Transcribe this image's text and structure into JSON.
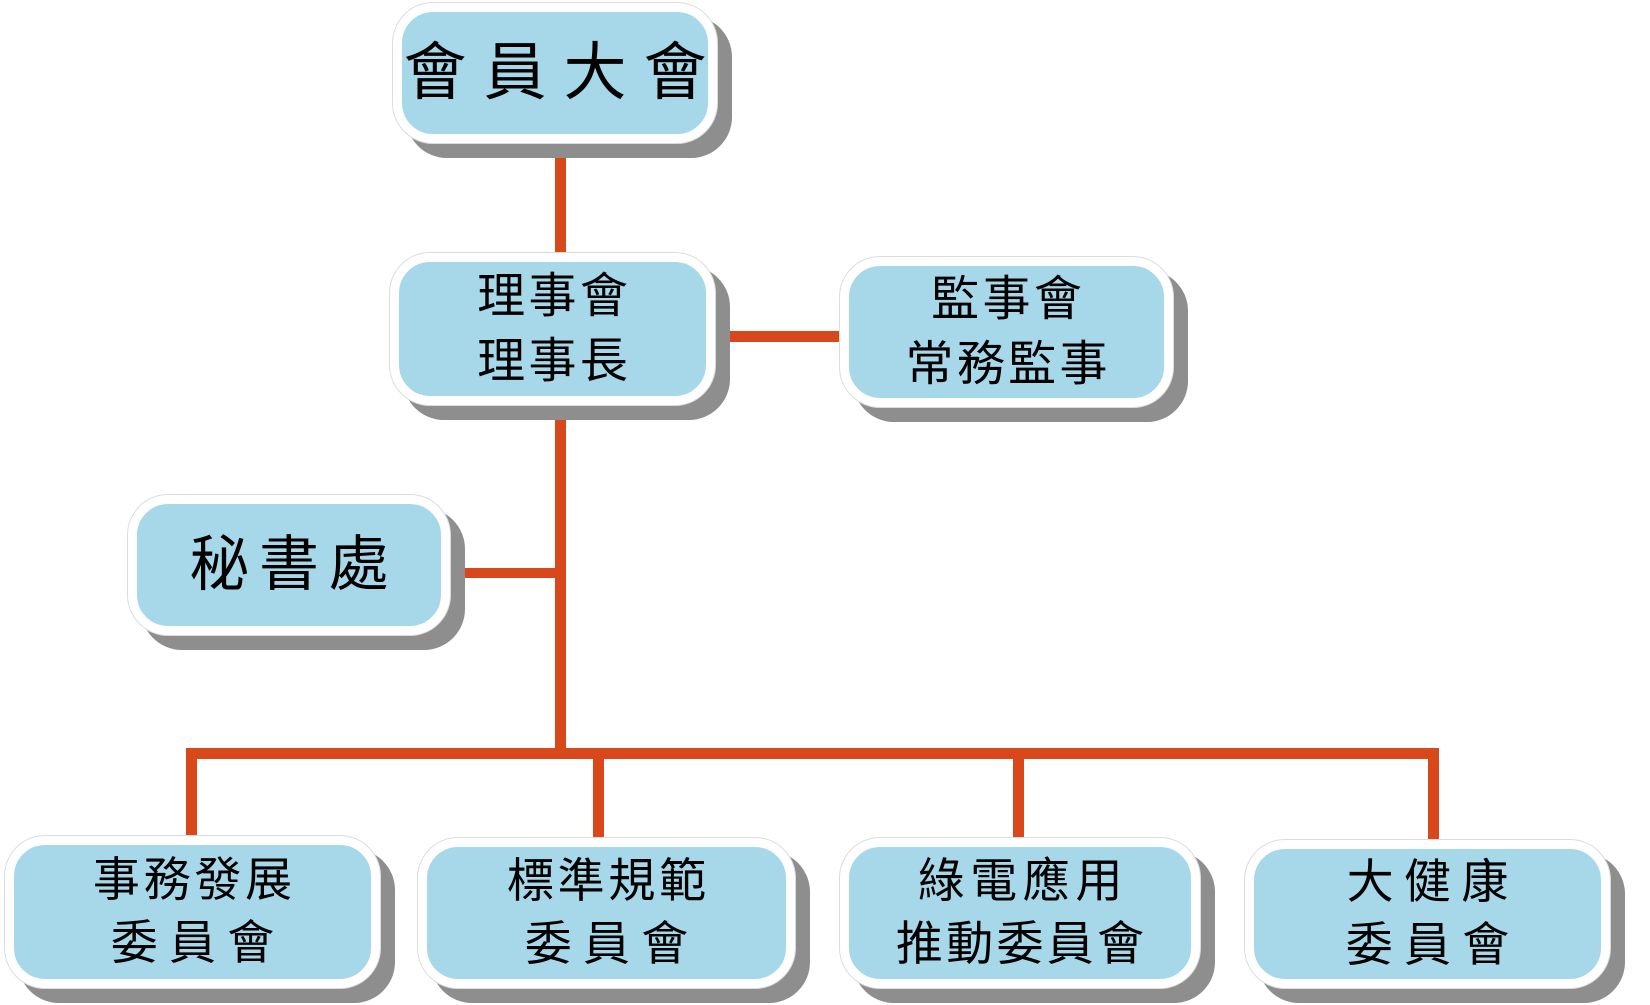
{
  "colors": {
    "box_fill": "#A7D8E9",
    "box_border": "#FFFFFF",
    "connector": "#D9481B",
    "shadow": "#8E8E8E",
    "text": "#000000"
  },
  "nodes": {
    "general_assembly": {
      "lines": [
        "會員大會"
      ]
    },
    "board_of_directors": {
      "lines": [
        "理事會",
        "理事長"
      ]
    },
    "supervisory_board": {
      "lines": [
        "監事會",
        "常務監事"
      ]
    },
    "secretariat": {
      "lines": [
        "秘書處"
      ]
    },
    "affairs_development_committee": {
      "lines": [
        "事務發展",
        "委員會"
      ]
    },
    "standards_committee": {
      "lines": [
        "標準規範",
        "委員會"
      ]
    },
    "green_power_committee": {
      "lines": [
        "綠電應用",
        "推動委員會"
      ]
    },
    "health_committee": {
      "lines": [
        "大健康",
        "委員會"
      ]
    }
  },
  "edges": [
    {
      "from": "general_assembly",
      "to": "board_of_directors"
    },
    {
      "from": "board_of_directors",
      "to": "supervisory_board"
    },
    {
      "from": "board_of_directors",
      "to": "secretariat"
    },
    {
      "from": "board_of_directors",
      "to": "affairs_development_committee"
    },
    {
      "from": "board_of_directors",
      "to": "standards_committee"
    },
    {
      "from": "board_of_directors",
      "to": "green_power_committee"
    },
    {
      "from": "board_of_directors",
      "to": "health_committee"
    }
  ]
}
